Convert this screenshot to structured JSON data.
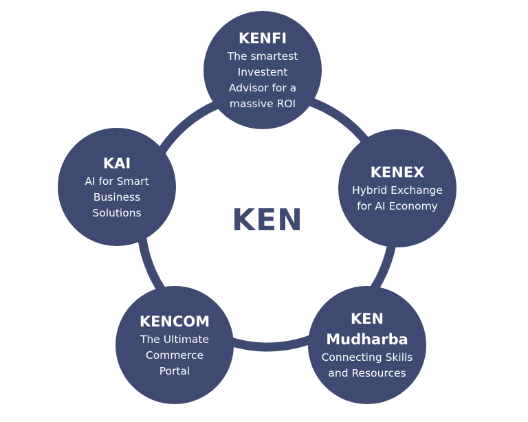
{
  "center": {
    "label": "KEN"
  },
  "colors": {
    "node_fill": "#3f4a72",
    "ring": "#3f4a72",
    "text": "#ffffff"
  },
  "nodes": [
    {
      "id": "kenfi",
      "title": "KENFI",
      "desc": [
        "The smartest",
        "Investent",
        "Advisor for a",
        "massive ROI"
      ]
    },
    {
      "id": "kenex",
      "title": "KENEX",
      "desc": [
        "Hybrid Exchange",
        "for AI Economy"
      ]
    },
    {
      "id": "mudh",
      "title_lines": [
        "KEN",
        "Mudharba"
      ],
      "desc": [
        "Connecting Skills",
        "and Resources"
      ]
    },
    {
      "id": "kencom",
      "title": "KENCOM",
      "desc": [
        "The Ultimate",
        "Commerce",
        "Portal"
      ]
    },
    {
      "id": "kai",
      "title": "KAI",
      "desc": [
        "AI for Smart",
        "Business",
        "Solutions"
      ]
    }
  ]
}
